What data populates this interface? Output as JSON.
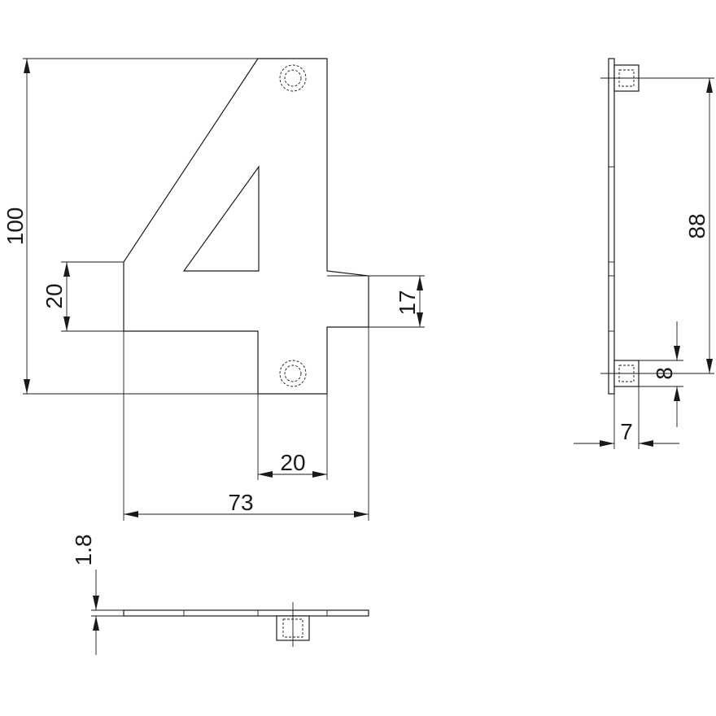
{
  "dimensions": {
    "overall_height": "100",
    "bar_height": "20",
    "arm_height": "17",
    "stem_width": "20",
    "overall_width": "73",
    "thickness": "1.8",
    "fixing_spacing": "88",
    "fixing_height": "8",
    "fixing_depth": "7"
  }
}
